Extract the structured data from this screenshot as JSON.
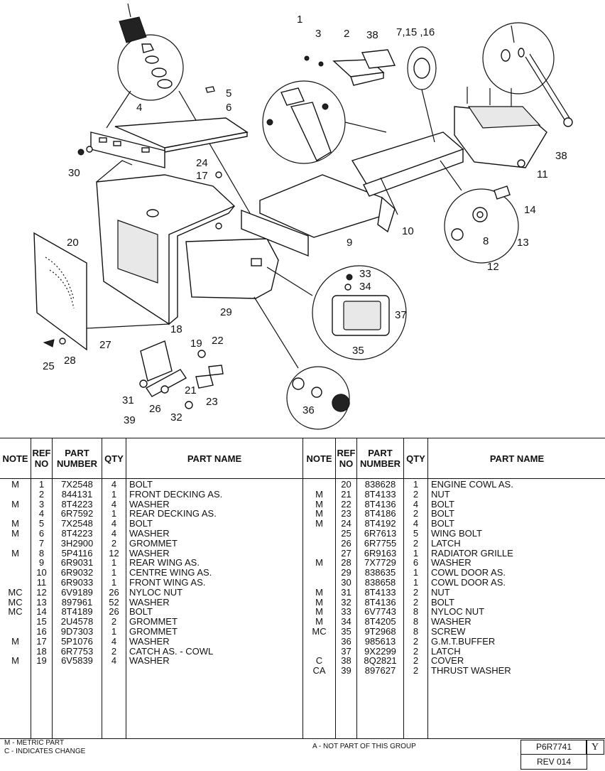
{
  "callouts": {
    "c1": "1",
    "c2": "2",
    "c3": "3",
    "c4": "4",
    "c5": "5",
    "c6": "6",
    "c7": "7,15 ,16",
    "c8": "8",
    "c9": "9",
    "c10": "10",
    "c11": "11",
    "c12": "12",
    "c13": "13",
    "c14": "14",
    "c17": "17",
    "c18": "18",
    "c19": "19",
    "c20": "20",
    "c21": "21",
    "c22": "22",
    "c23": "23",
    "c24": "24",
    "c25": "25",
    "c26": "26",
    "c27": "27",
    "c28": "28",
    "c29": "29",
    "c30": "30",
    "c31": "31",
    "c32": "32",
    "c33": "33",
    "c34": "34",
    "c35": "35",
    "c36": "36",
    "c37": "37",
    "c38a": "38",
    "c38b": "38",
    "c39": "39"
  },
  "table": {
    "headers": {
      "note": "NOTE",
      "ref": "REF NO",
      "part": "PART NUMBER",
      "qty": "QTY",
      "name": "PART NAME"
    },
    "left": [
      {
        "note": "M",
        "ref": "1",
        "part": "7X2548",
        "qty": "4",
        "name": "BOLT"
      },
      {
        "note": "",
        "ref": "2",
        "part": "844131",
        "qty": "1",
        "name": "FRONT DECKING AS."
      },
      {
        "note": "M",
        "ref": "3",
        "part": "8T4223",
        "qty": "4",
        "name": "WASHER"
      },
      {
        "note": "",
        "ref": "4",
        "part": "6R7592",
        "qty": "1",
        "name": "REAR DECKING AS."
      },
      {
        "note": "M",
        "ref": "5",
        "part": "7X2548",
        "qty": "4",
        "name": "BOLT"
      },
      {
        "note": "M",
        "ref": "6",
        "part": "8T4223",
        "qty": "4",
        "name": "WASHER"
      },
      {
        "note": "",
        "ref": "7",
        "part": "3H2900",
        "qty": "2",
        "name": "GROMMET"
      },
      {
        "note": "M",
        "ref": "8",
        "part": "5P4116",
        "qty": "12",
        "name": "WASHER"
      },
      {
        "note": "",
        "ref": "9",
        "part": "6R9031",
        "qty": "1",
        "name": "REAR WING AS."
      },
      {
        "note": "",
        "ref": "10",
        "part": "6R9032",
        "qty": "1",
        "name": "CENTRE WING AS."
      },
      {
        "note": "",
        "ref": "11",
        "part": "6R9033",
        "qty": "1",
        "name": "FRONT WING AS."
      },
      {
        "note": "MC",
        "ref": "12",
        "part": "6V9189",
        "qty": "26",
        "name": "NYLOC NUT"
      },
      {
        "note": "MC",
        "ref": "13",
        "part": "897961",
        "qty": "52",
        "name": "WASHER"
      },
      {
        "note": "MC",
        "ref": "14",
        "part": "8T4189",
        "qty": "26",
        "name": "BOLT"
      },
      {
        "note": "",
        "ref": "15",
        "part": "2U4578",
        "qty": "2",
        "name": "GROMMET"
      },
      {
        "note": "",
        "ref": "16",
        "part": "9D7303",
        "qty": "1",
        "name": "GROMMET"
      },
      {
        "note": "M",
        "ref": "17",
        "part": "5P1076",
        "qty": "4",
        "name": "WASHER"
      },
      {
        "note": "",
        "ref": "18",
        "part": "6R7753",
        "qty": "2",
        "name": "CATCH AS. - COWL"
      },
      {
        "note": "M",
        "ref": "19",
        "part": "6V5839",
        "qty": "4",
        "name": "WASHER"
      }
    ],
    "right": [
      {
        "note": "",
        "ref": "20",
        "part": "838628",
        "qty": "1",
        "name": "ENGINE COWL AS."
      },
      {
        "note": "M",
        "ref": "21",
        "part": "8T4133",
        "qty": "2",
        "name": "NUT"
      },
      {
        "note": "M",
        "ref": "22",
        "part": "8T4136",
        "qty": "4",
        "name": "BOLT"
      },
      {
        "note": "M",
        "ref": "23",
        "part": "8T4186",
        "qty": "2",
        "name": "BOLT"
      },
      {
        "note": "M",
        "ref": "24",
        "part": "8T4192",
        "qty": "4",
        "name": "BOLT"
      },
      {
        "note": "",
        "ref": "25",
        "part": "6R7613",
        "qty": "5",
        "name": "WING BOLT"
      },
      {
        "note": "",
        "ref": "26",
        "part": "6R7755",
        "qty": "2",
        "name": "LATCH"
      },
      {
        "note": "",
        "ref": "27",
        "part": "6R9163",
        "qty": "1",
        "name": "RADIATOR GRILLE"
      },
      {
        "note": "M",
        "ref": "28",
        "part": "7X7729",
        "qty": "6",
        "name": "WASHER"
      },
      {
        "note": "",
        "ref": "29",
        "part": "838635",
        "qty": "1",
        "name": "COWL DOOR AS."
      },
      {
        "note": "",
        "ref": "30",
        "part": "838658",
        "qty": "1",
        "name": "COWL DOOR AS."
      },
      {
        "note": "M",
        "ref": "31",
        "part": "8T4133",
        "qty": "2",
        "name": "NUT"
      },
      {
        "note": "M",
        "ref": "32",
        "part": "8T4136",
        "qty": "2",
        "name": "BOLT"
      },
      {
        "note": "M",
        "ref": "33",
        "part": "6V7743",
        "qty": "8",
        "name": "NYLOC NUT"
      },
      {
        "note": "M",
        "ref": "34",
        "part": "8T4205",
        "qty": "8",
        "name": "WASHER"
      },
      {
        "note": "MC",
        "ref": "35",
        "part": "9T2968",
        "qty": "8",
        "name": "SCREW"
      },
      {
        "note": "",
        "ref": "36",
        "part": "985613",
        "qty": "2",
        "name": "G.M.T.BUFFER"
      },
      {
        "note": "",
        "ref": "37",
        "part": "9X2299",
        "qty": "2",
        "name": "LATCH"
      },
      {
        "note": "C",
        "ref": "38",
        "part": "8Q2821",
        "qty": "2",
        "name": "COVER"
      },
      {
        "note": "CA",
        "ref": "39",
        "part": "897627",
        "qty": "2",
        "name": "THRUST WASHER"
      }
    ]
  },
  "footer": {
    "note_metric": "M - METRIC PART",
    "note_change": "C - INDICATES CHANGE",
    "note_group": "A - NOT PART OF THIS GROUP",
    "doc_number": "P6R7741",
    "revision": "REV 014",
    "letter": "Y"
  }
}
